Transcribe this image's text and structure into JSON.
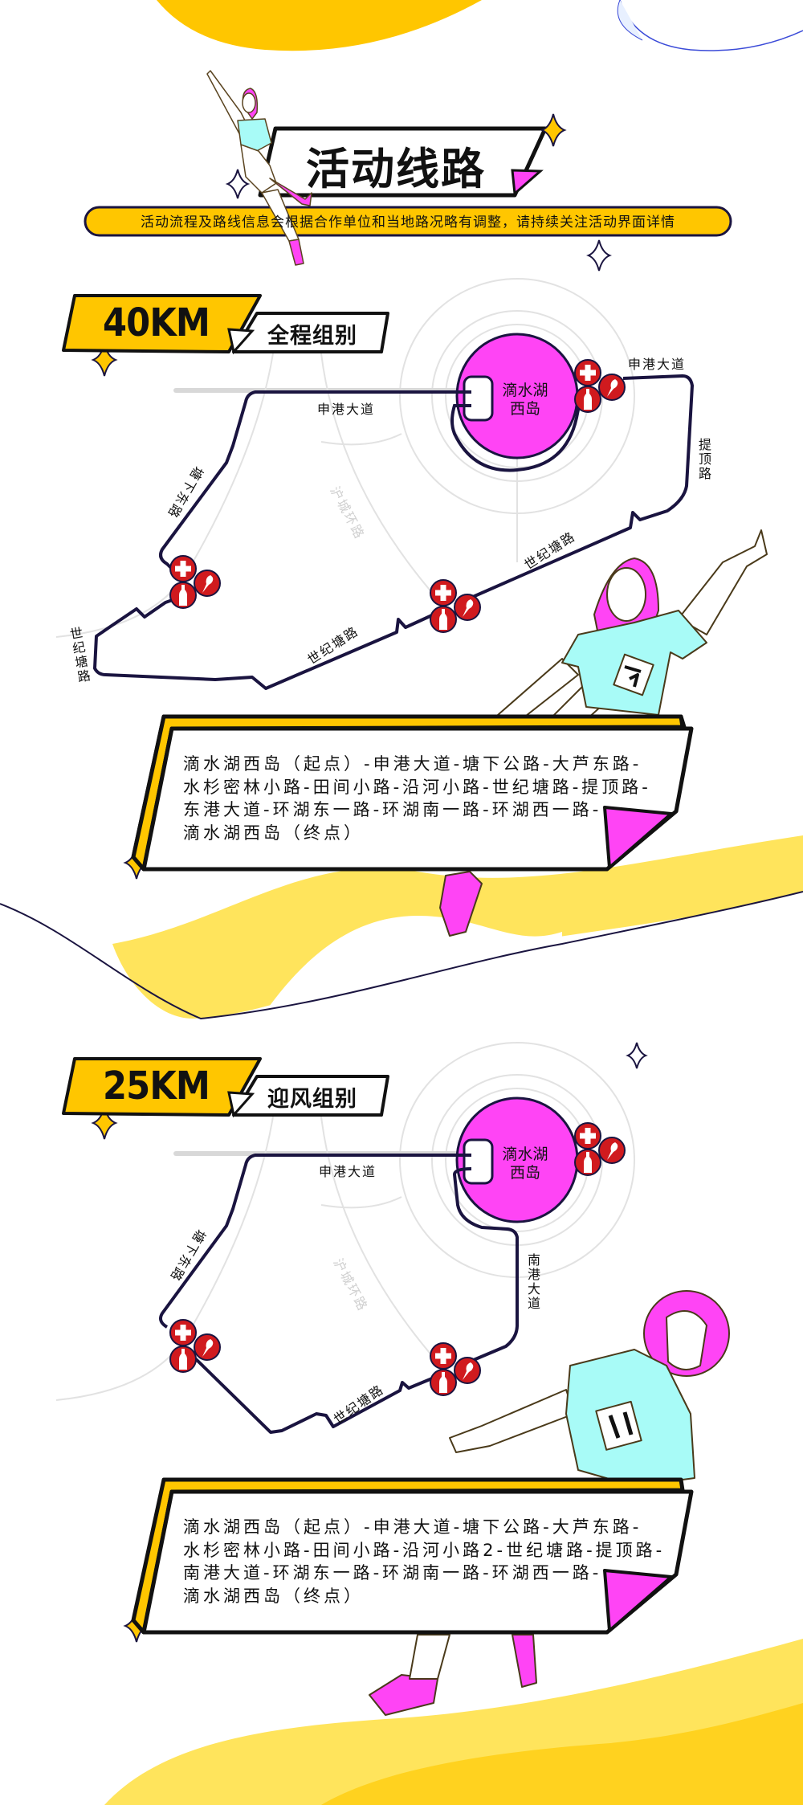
{
  "page": {
    "title": "活动线路",
    "notice": "活动流程及路线信息会根据合作单位和当地路况略有调整，请持续关注活动界面详情"
  },
  "colors": {
    "yellow": "#FFC600",
    "light_yellow": "#FFE45C",
    "magenta": "#FF44F5",
    "navy": "#1A1440",
    "red": "#D01A1E",
    "teal": "#A8FBF7"
  },
  "routes": [
    {
      "distance": "40KM",
      "group": "全程组别",
      "island_line1": "滴水湖",
      "island_line2": "西岛",
      "road_labels": [
        "申港大道",
        "申港大道",
        "提顶路",
        "塘下东路",
        "沪城环路",
        "世纪塘路",
        "世纪塘路",
        "世纪塘路"
      ],
      "route_text": [
        "滴水湖西岛（起点）-申港大道-塘下公路-大芦东路-",
        "水杉密林小路-田间小路-沿河小路-世纪塘路-提顶路-",
        "东港大道-环湖东一路-环湖南一路-环湖西一路-",
        "滴水湖西岛（终点）"
      ],
      "checkpoint_icons": [
        "first-aid-icon",
        "water-bottle-icon",
        "map-pin-icon"
      ]
    },
    {
      "distance": "25KM",
      "group": "迎风组别",
      "island_line1": "滴水湖",
      "island_line2": "西岛",
      "road_labels": [
        "申港大道",
        "塘下东路",
        "沪城环路",
        "世纪塘路",
        "南港大道"
      ],
      "route_text": [
        "滴水湖西岛（起点）-申港大道-塘下公路-大芦东路-",
        "水杉密林小路-田间小路-沿河小路2-世纪塘路-提顶路-",
        "南港大道-环湖东一路-环湖南一路-环湖西一路-",
        "滴水湖西岛（终点）"
      ],
      "checkpoint_icons": [
        "first-aid-icon",
        "water-bottle-icon",
        "map-pin-icon"
      ]
    }
  ]
}
